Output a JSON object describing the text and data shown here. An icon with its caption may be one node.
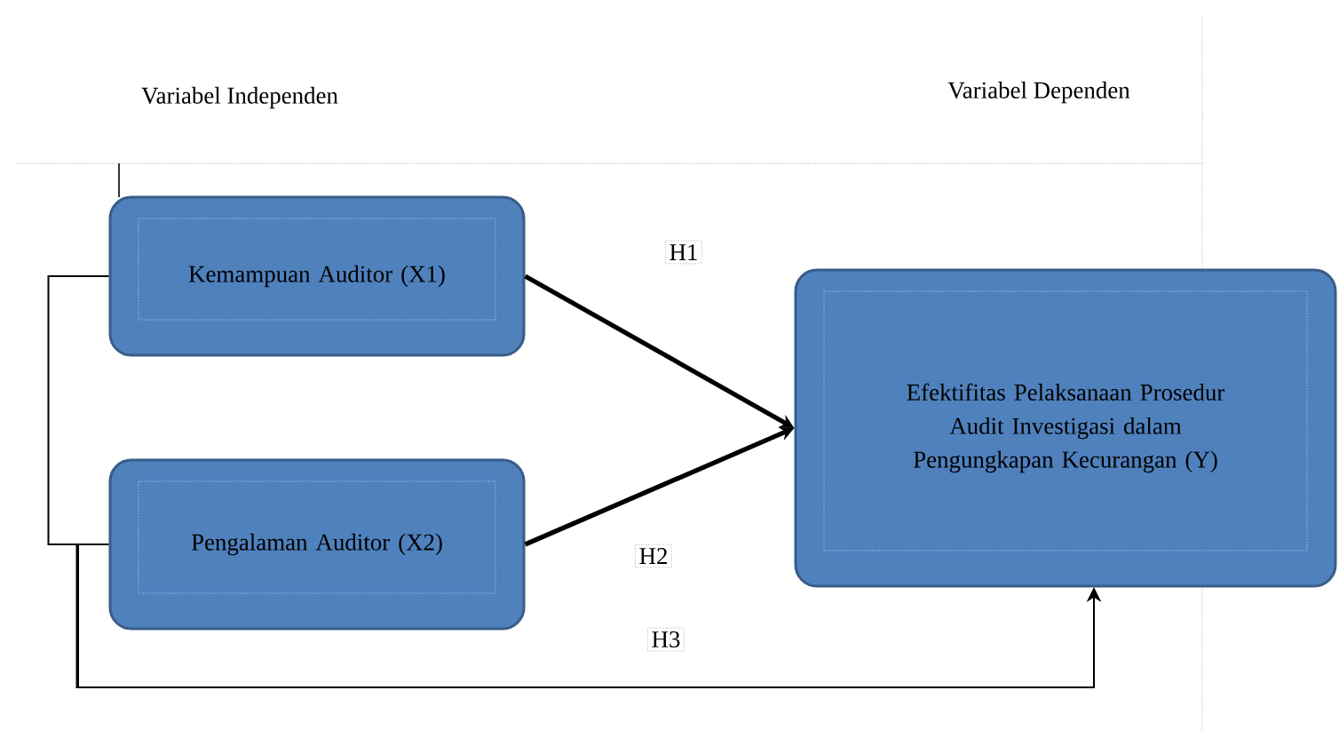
{
  "diagram": {
    "nodes": [
      {
        "text": [
          "Kemampuan Auditor (X1)"
        ]
      },
      {
        "text": [
          "Pengalaman Auditor (X2)"
        ]
      },
      {
        "text": [
          "Efektifitas Pelaksanaan Prosedur Audit Investigasi dalam Pengungkapan Kecurangan (Y)"
        ]
      }
    ],
    "edges": [
      {
        "from": 0,
        "to": 2,
        "arrow": "to",
        "label": "H1",
        "style": "thick"
      },
      {
        "from": 1,
        "to": 2,
        "arrow": "to",
        "label": "H2",
        "style": "thick"
      },
      {
        "from": 0,
        "to": 2,
        "arrow": "to",
        "label": "H3"
      },
      {
        "from": 1,
        "to": 2,
        "arrow": "to"
      }
    ],
    "labels": [
      "Variabel Independen",
      "Variabel Dependen"
    ]
  }
}
